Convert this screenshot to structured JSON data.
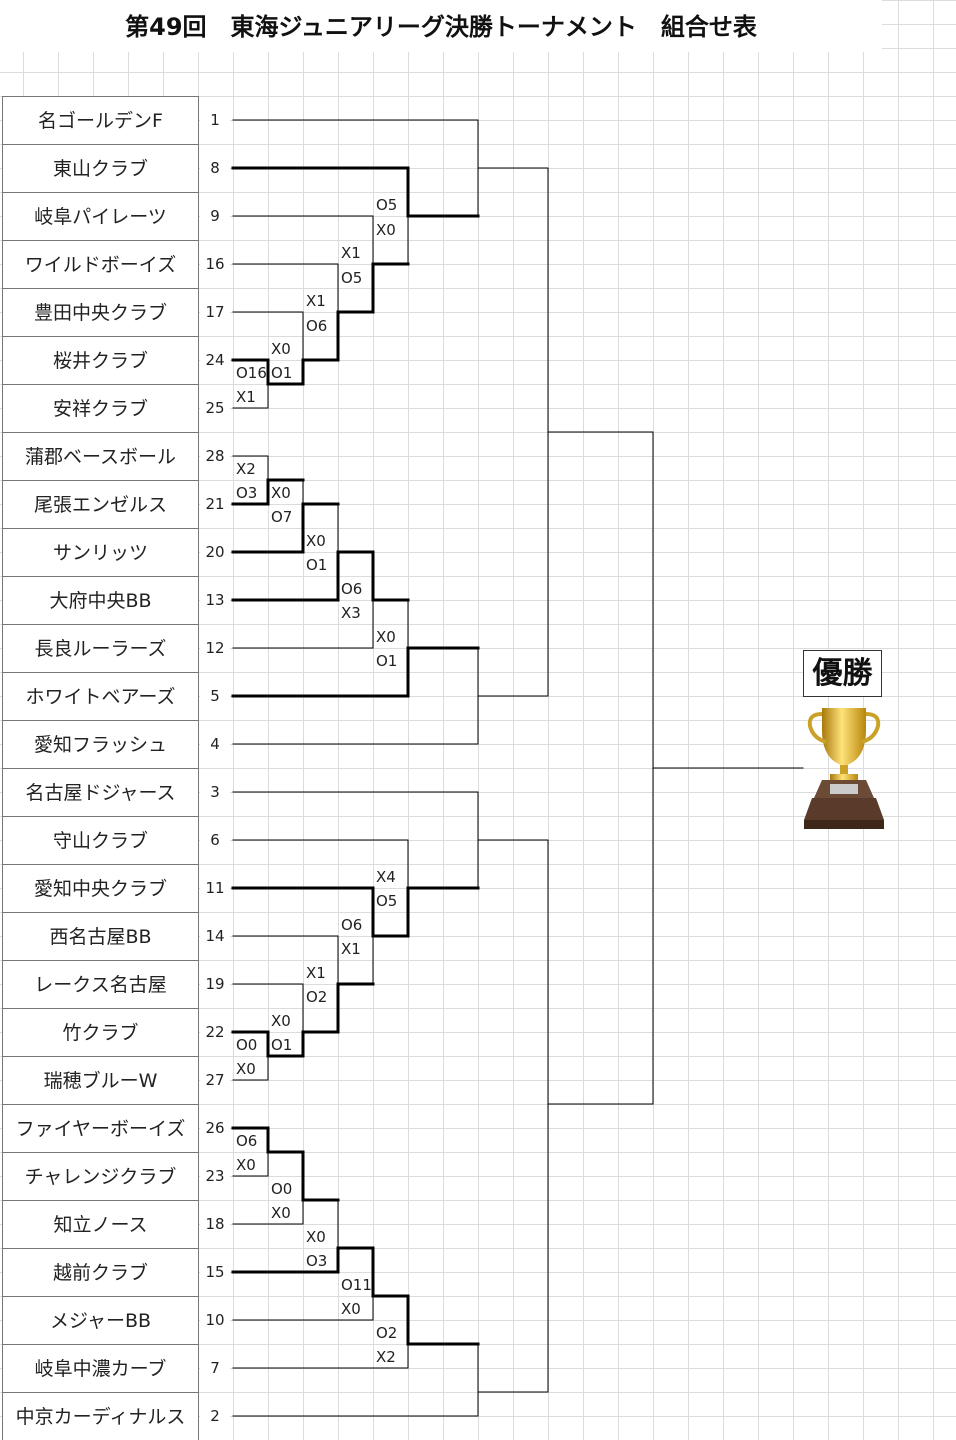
{
  "title": "第49回　東海ジュニアリーグ決勝トーナメント　組合せ表",
  "champion_label": "優勝",
  "teams": [
    {
      "name": "名ゴールデンF",
      "seed": "1"
    },
    {
      "name": "東山クラブ",
      "seed": "8"
    },
    {
      "name": "岐阜パイレーツ",
      "seed": "9"
    },
    {
      "name": "ワイルドボーイズ",
      "seed": "16"
    },
    {
      "name": "豊田中央クラブ",
      "seed": "17"
    },
    {
      "name": "桜井クラブ",
      "seed": "24"
    },
    {
      "name": "安祥クラブ",
      "seed": "25"
    },
    {
      "name": "蒲郡ベースボール",
      "seed": "28"
    },
    {
      "name": "尾張エンゼルス",
      "seed": "21"
    },
    {
      "name": "サンリッツ",
      "seed": "20"
    },
    {
      "name": "大府中央BB",
      "seed": "13"
    },
    {
      "name": "長良ルーラーズ",
      "seed": "12"
    },
    {
      "name": "ホワイトベアーズ",
      "seed": "5"
    },
    {
      "name": "愛知フラッシュ",
      "seed": "4"
    },
    {
      "name": "名古屋ドジャース",
      "seed": "3"
    },
    {
      "name": "守山クラブ",
      "seed": "6"
    },
    {
      "name": "愛知中央クラブ",
      "seed": "11"
    },
    {
      "name": "西名古屋BB",
      "seed": "14"
    },
    {
      "name": "レークス名古屋",
      "seed": "19"
    },
    {
      "name": "竹クラブ",
      "seed": "22"
    },
    {
      "name": "瑞穂ブルーW",
      "seed": "27"
    },
    {
      "name": "ファイヤーボーイズ",
      "seed": "26"
    },
    {
      "name": "チャレンジクラブ",
      "seed": "23"
    },
    {
      "name": "知立ノース",
      "seed": "18"
    },
    {
      "name": "越前クラブ",
      "seed": "15"
    },
    {
      "name": "メジャーBB",
      "seed": "10"
    },
    {
      "name": "岐阜中濃カーブ",
      "seed": "7"
    },
    {
      "name": "中京カーディナルス",
      "seed": "2"
    }
  ],
  "scores": [
    "O5",
    "X0",
    "X1",
    "O5",
    "X1",
    "O6",
    "X0",
    "O16",
    "O1",
    "X1",
    "X2",
    "O3",
    "X0",
    "O7",
    "X0",
    "O1",
    "O6",
    "X3",
    "X0",
    "O1",
    "X4",
    "O5",
    "O6",
    "X1",
    "X1",
    "O2",
    "X0",
    "O1",
    "O0",
    "X0",
    "O6",
    "X0",
    "O0",
    "X0",
    "X0",
    "O3",
    "O11",
    "X0",
    "O2",
    "X2"
  ],
  "colors": {
    "line": "#000000",
    "grid": "#dcdcdc",
    "trophy_gold": "#d4a017",
    "trophy_base": "#5a3a2a"
  }
}
